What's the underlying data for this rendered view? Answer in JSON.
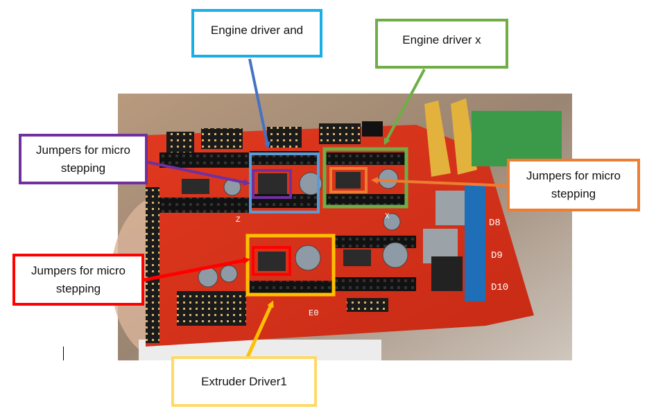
{
  "labels": {
    "engine_driver_and": "Engine driver and",
    "engine_driver_x": "Engine driver x",
    "jumpers_left": "Jumpers for micro stepping",
    "jumpers_right": "Jumpers for micro stepping",
    "jumpers_bottom": "Jumpers for micro stepping",
    "extruder_driver": "Extruder Driver1"
  },
  "board_silkscreen": {
    "d8": "D8",
    "d9": "D9",
    "d10": "D10",
    "e0": "E0",
    "z": "Z",
    "x": "X"
  },
  "colors": {
    "blue": "#1aaee6",
    "steel_blue": "#5b9bd5",
    "green": "#70ad47",
    "purple": "#7030a0",
    "orange": "#ed7d31",
    "red": "#ff0000",
    "yellow": "#ffc000",
    "pale_yellow": "#ffd966",
    "arrow_blue": "#4472c4"
  }
}
